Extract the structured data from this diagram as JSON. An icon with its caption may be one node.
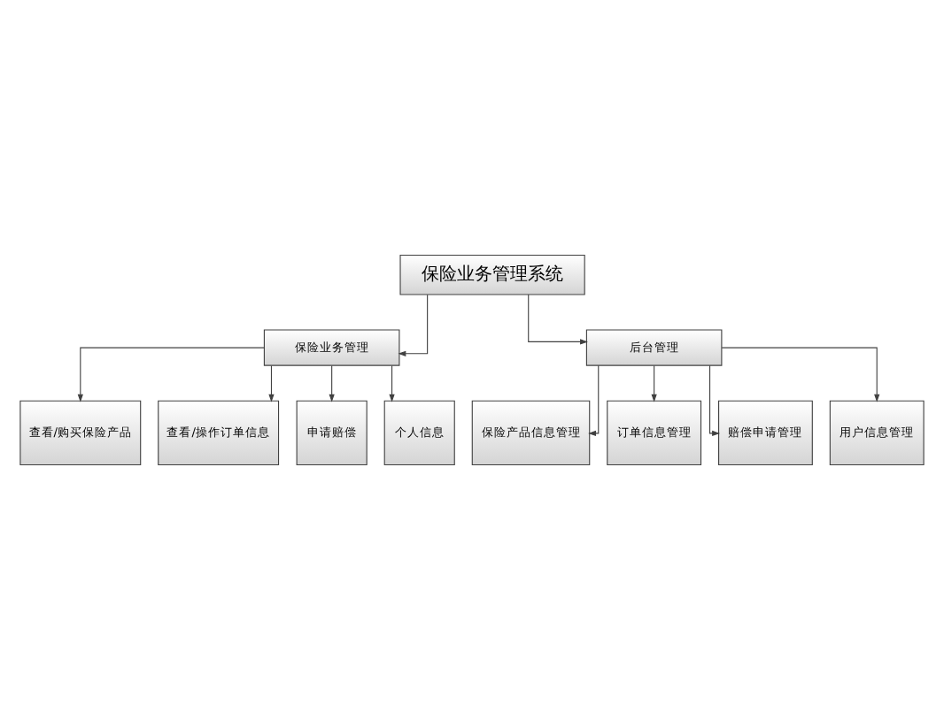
{
  "diagram": {
    "nodes": [
      {
        "text": [
          "保险业务管理系统"
        ]
      },
      {
        "text": [
          "保险业务管理"
        ]
      },
      {
        "text": [
          "后台管理"
        ]
      },
      {
        "text": [
          "查看/购买保险产品"
        ]
      },
      {
        "text": [
          "查看/操作订单信息"
        ]
      },
      {
        "text": [
          "申请赔偿"
        ]
      },
      {
        "text": [
          "个人信息"
        ]
      },
      {
        "text": [
          "保险产品信息管理"
        ]
      },
      {
        "text": [
          "订单信息管理"
        ]
      },
      {
        "text": [
          "赔偿申请管理"
        ]
      },
      {
        "text": [
          "用户信息管理"
        ]
      }
    ],
    "edges": [
      {
        "from": 0,
        "to": 1,
        "arrow": "to"
      },
      {
        "from": 0,
        "to": 2,
        "arrow": "to"
      },
      {
        "from": 1,
        "to": 3,
        "arrow": "to"
      },
      {
        "from": 1,
        "to": 4,
        "arrow": "to"
      },
      {
        "from": 1,
        "to": 5,
        "arrow": "to"
      },
      {
        "from": 1,
        "to": 6,
        "arrow": "to"
      },
      {
        "from": 2,
        "to": 7,
        "arrow": "to"
      },
      {
        "from": 2,
        "to": 8,
        "arrow": "to"
      },
      {
        "from": 2,
        "to": 9,
        "arrow": "to"
      },
      {
        "from": 2,
        "to": 10,
        "arrow": "to"
      }
    ]
  }
}
